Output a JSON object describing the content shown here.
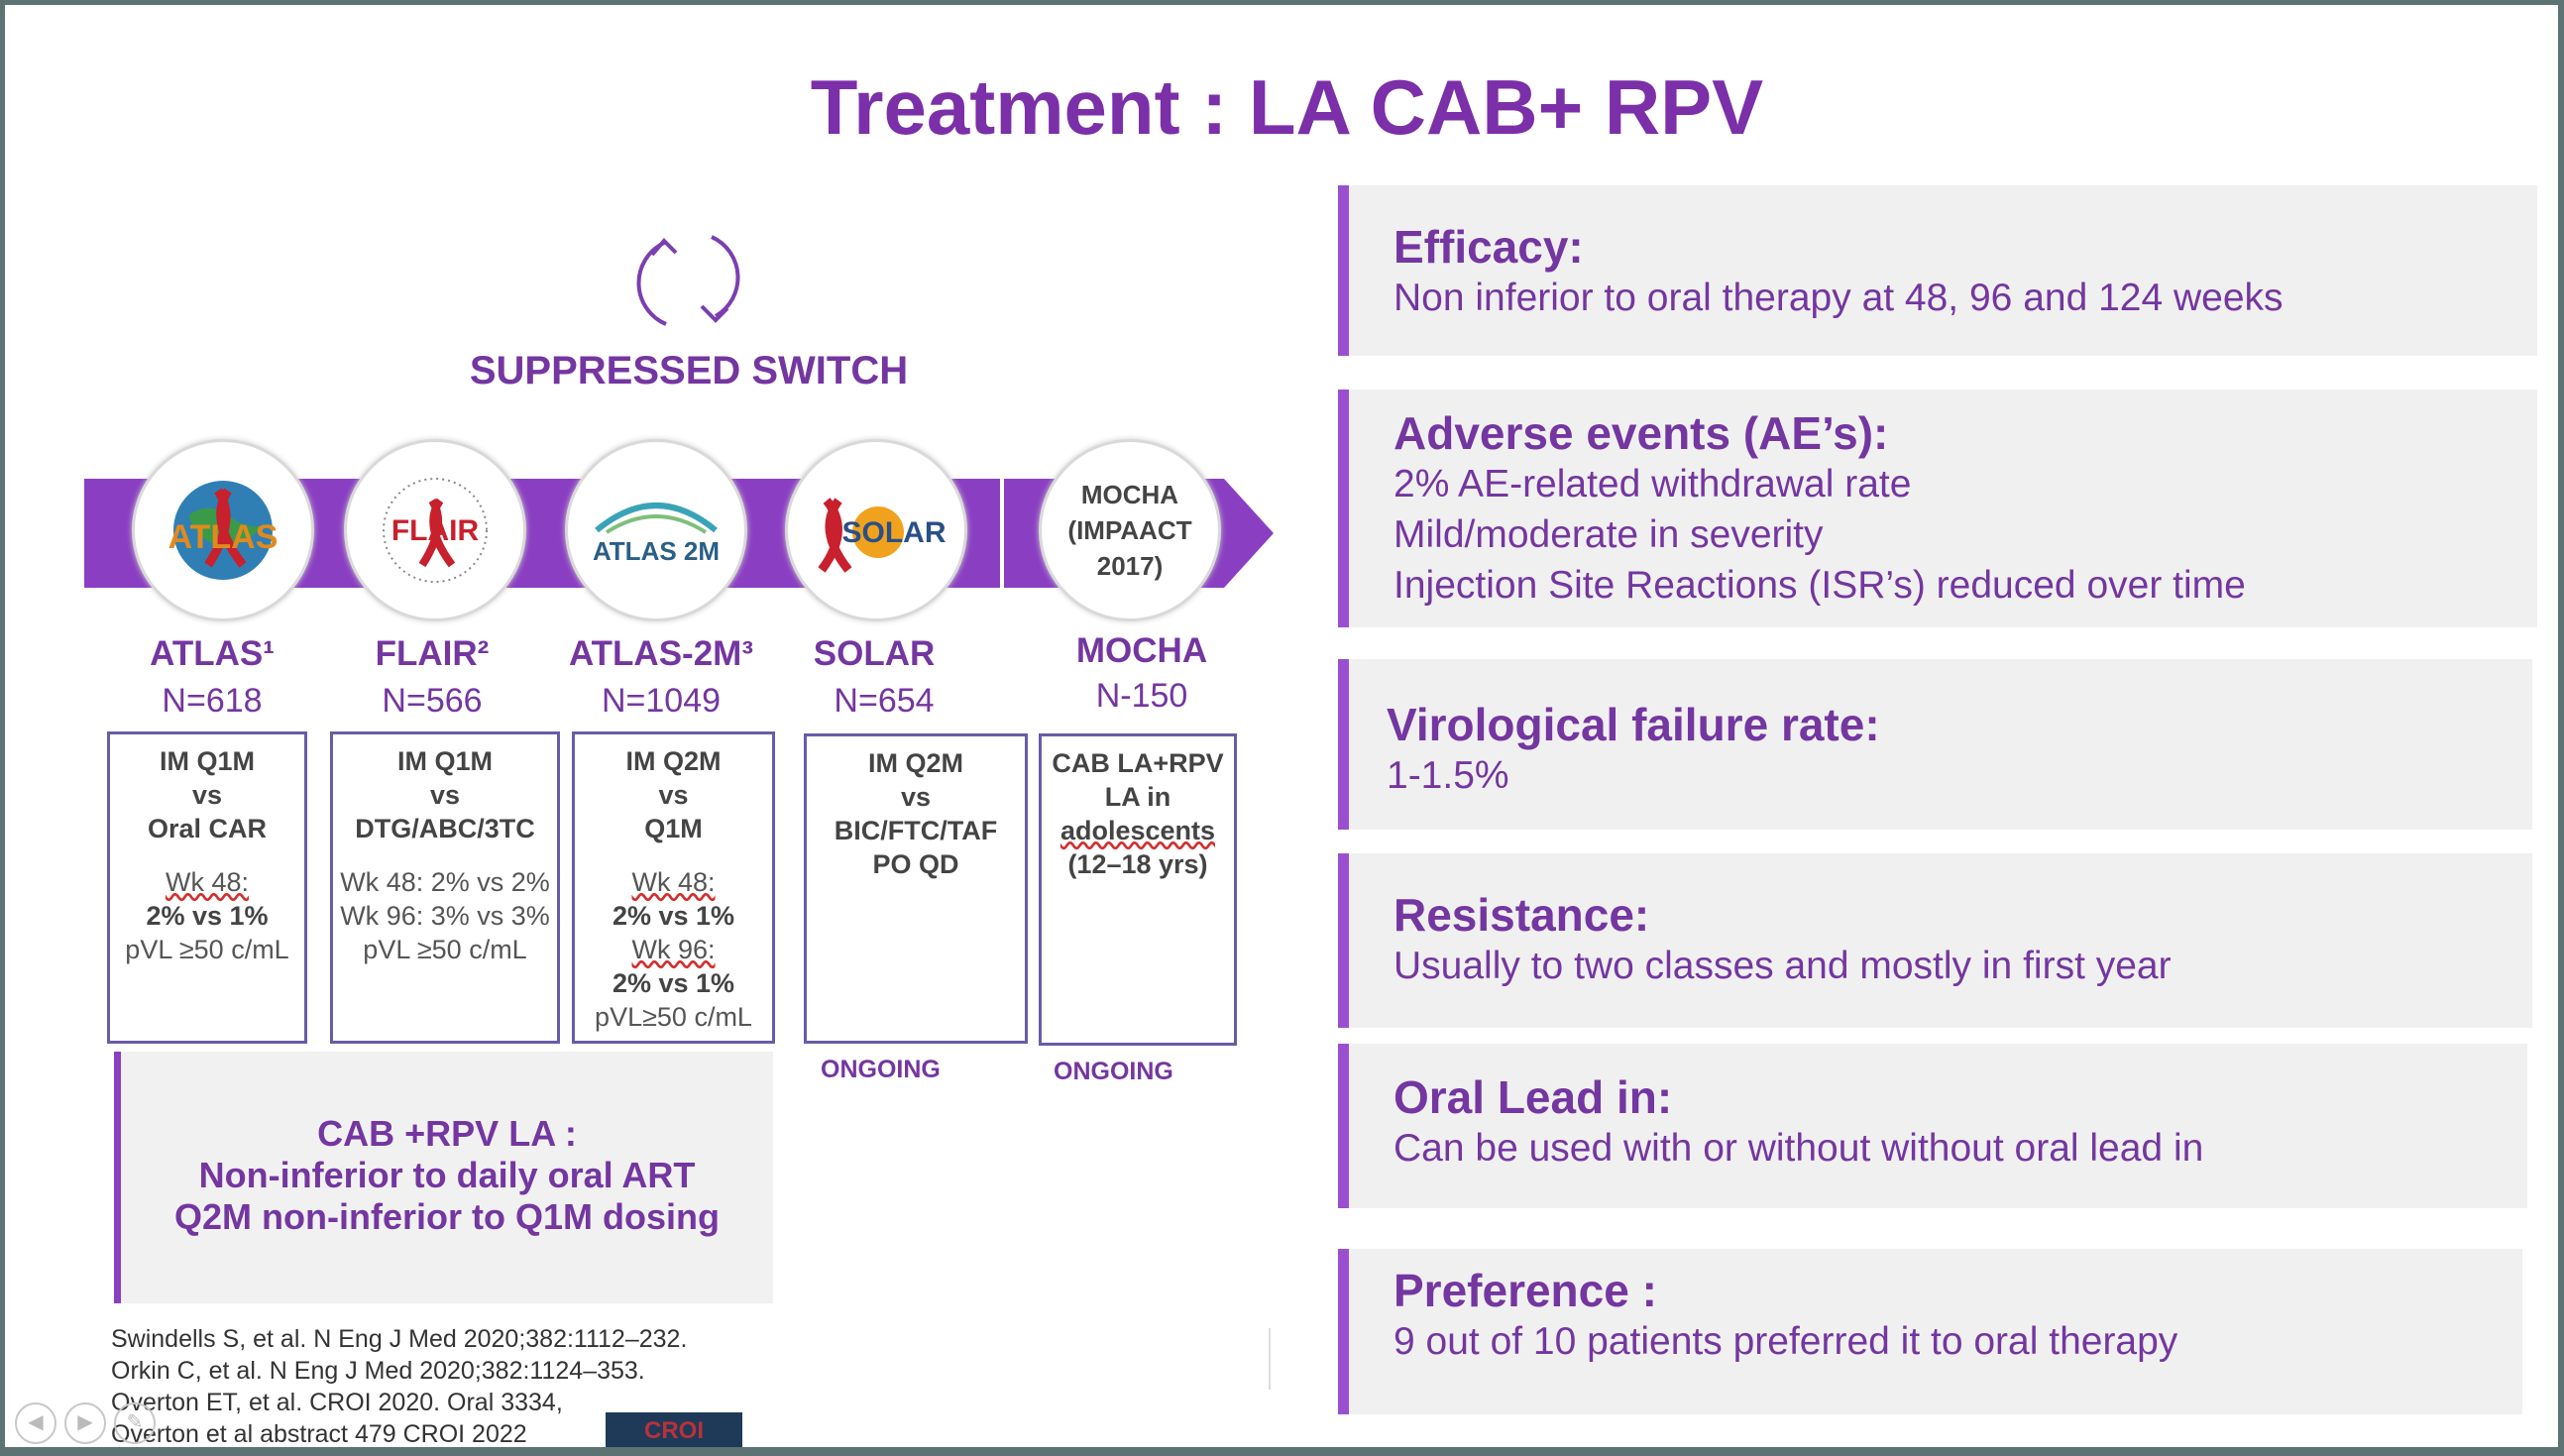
{
  "title": "Treatment : LA CAB+ RPV",
  "switch_label": "SUPPRESSED SWITCH",
  "studies": [
    {
      "logo_text": "ATLAS",
      "name": "ATLAS¹",
      "n": "N=618",
      "design": [
        "IM Q1M",
        "vs",
        "Oral CAR"
      ],
      "results": [
        "Wk 48:",
        "2% vs 1%",
        "pVL ≥50 c/mL"
      ]
    },
    {
      "logo_text": "FLAIR",
      "name": "FLAIR²",
      "n": "N=566",
      "design": [
        "IM Q1M",
        "vs",
        "DTG/ABC/3TC"
      ],
      "results": [
        "Wk 48: 2% vs 2%",
        "Wk 96: 3% vs 3%",
        "pVL ≥50 c/mL"
      ]
    },
    {
      "logo_text": "ATLAS 2M",
      "name": "ATLAS-2M³",
      "n": "N=1049",
      "design": [
        "IM Q2M",
        "vs",
        "Q1M"
      ],
      "results": [
        "Wk 48:",
        "2% vs 1%",
        "Wk 96:",
        "2% vs 1%",
        "pVL≥50 c/mL"
      ]
    },
    {
      "logo_text": "SOLAR",
      "name": "SOLAR",
      "n": "N=654",
      "design": [
        "IM Q2M",
        "vs",
        "BIC/FTC/TAF",
        "PO QD"
      ],
      "status": "ONGOING"
    },
    {
      "logo_text": "MOCHA\n(IMPAACT\n2017)",
      "name": "MOCHA",
      "n": "N-150",
      "design": [
        "CAB LA+RPV",
        "LA in",
        "adolescents",
        "(12–18 yrs)"
      ],
      "status": "ONGOING"
    }
  ],
  "summary": {
    "heading": "CAB +RPV LA :",
    "line1": "Non-inferior to daily oral ART",
    "line2": "Q2M non-inferior to Q1M dosing"
  },
  "references": [
    "Swindells S, et al. N Eng J Med 2020;382:1112–232.",
    "Orkin C, et al. N Eng J Med 2020;382:1124–353.",
    "Overton ET, et al. CROI 2020. Oral 3334,",
    "Overton et al abstract 479 CROI 2022"
  ],
  "panels": [
    {
      "heading": "Efficacy:",
      "lines": [
        "Non inferior to oral therapy at 48, 96 and 124 weeks"
      ]
    },
    {
      "heading": "Adverse events (AE’s):",
      "lines": [
        "2% AE-related withdrawal rate",
        "Mild/moderate in severity",
        "Injection Site Reactions (ISR’s) reduced over time"
      ]
    },
    {
      "heading": "Virological failure rate:",
      "lines": [
        "1-1.5%"
      ]
    },
    {
      "heading": "Resistance:",
      "lines": [
        "Usually to two classes and mostly in first year"
      ]
    },
    {
      "heading": "Oral Lead in:",
      "lines": [
        "Can be used with or without without oral lead in"
      ]
    },
    {
      "heading": "Preference :",
      "lines": [
        "9 out of 10 patients preferred it to oral therapy"
      ]
    }
  ],
  "logo_text": "CROI",
  "colors": {
    "accent": "#7436a0",
    "band": "#8a3fc2",
    "panel_bg": "#f0f0f0",
    "frame": "#5d7272"
  }
}
